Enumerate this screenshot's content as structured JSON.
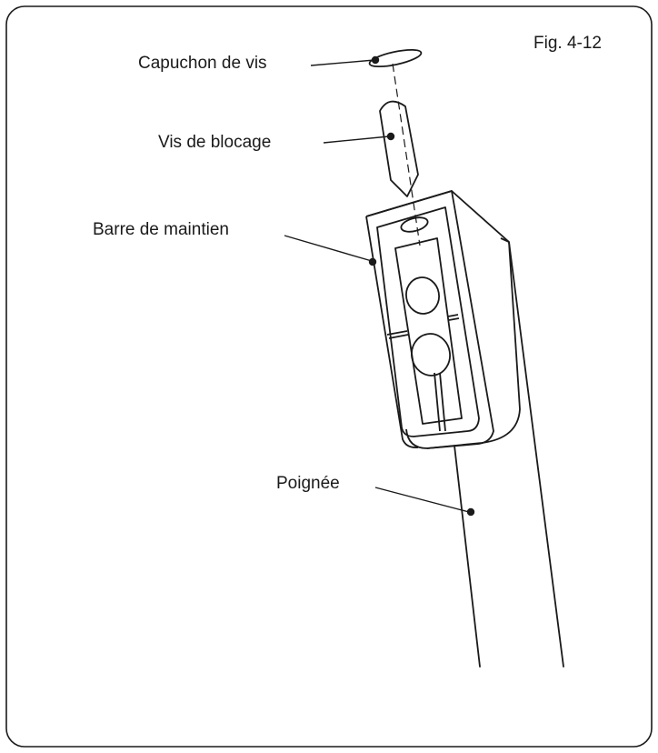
{
  "figure": {
    "number": "Fig. 4-12"
  },
  "labels": {
    "screw_cap": "Capuchon de vis",
    "locking_screw": "Vis de blocage",
    "holding_bar": "Barre de maintien",
    "handle": "Poignée"
  },
  "colors": {
    "line": "#1a1a1a",
    "background": "#ffffff"
  }
}
